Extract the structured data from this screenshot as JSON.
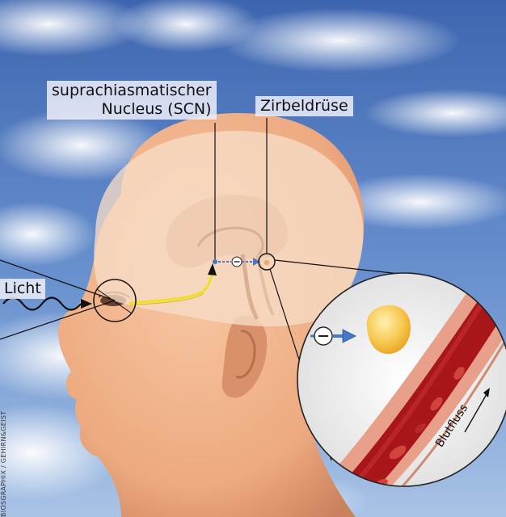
{
  "labels": {
    "scn_line1": "suprachiasmatischer",
    "scn_line2": "Nucleus (SCN)",
    "pineal": "Zirbeldrüse",
    "light": "Licht",
    "blood_flow": "Blutfluss"
  },
  "credit": "BIOSGRAPHIX / GEHIRN&GEIST",
  "icons": {
    "inhibition_symbol": "minus-circle-icon",
    "signal_arrow": "arrow-right-icon",
    "light_wave": "wave-icon"
  },
  "colors": {
    "sky": "#4a73b8",
    "skin": "#f0b48c",
    "brain_overlay": "#f4d6bf",
    "nerve": "#f0e020",
    "signal_arrow": "#4a78c8",
    "melatonin_cell": "#f5c040",
    "vessel_wall": "#e8a08a",
    "blood": "#a8161a",
    "magnifier_bg": "#f4f4f4"
  }
}
